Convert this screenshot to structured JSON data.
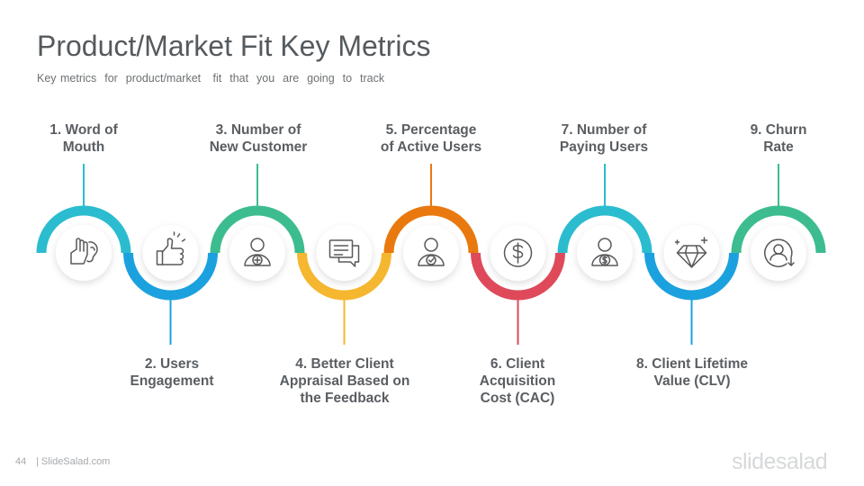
{
  "title": "Product/Market Fit Key Metrics",
  "subtitle": "Key metrics  for  product/market   fit  that  you  are  going  to  track",
  "steps": [
    {
      "label": "1. Word of\nMouth",
      "icon": "hand-ear-icon",
      "color": "#2bbccf"
    },
    {
      "label": "2. Users\nEngagement",
      "icon": "thumbs-up-icon",
      "color": "#1ca1df"
    },
    {
      "label": "3. Number of\nNew Customer",
      "icon": "user-add-icon",
      "color": "#3dbd8f"
    },
    {
      "label": "4. Better Client\nAppraisal Based on\nthe Feedback",
      "icon": "feedback-chat-icon",
      "color": "#f5b730"
    },
    {
      "label": "5. Percentage\nof Active Users",
      "icon": "user-check-icon",
      "color": "#e9790e"
    },
    {
      "label": "6. Client\nAcquisition\nCost (CAC)",
      "icon": "dollar-circle-icon",
      "color": "#de4a5a"
    },
    {
      "label": "7. Number of\nPaying Users",
      "icon": "user-dollar-icon",
      "color": "#2bbccf"
    },
    {
      "label": "8. Client Lifetime\nValue (CLV)",
      "icon": "diamond-icon",
      "color": "#1ca1df"
    },
    {
      "label": "9. Churn\nRate",
      "icon": "user-churn-icon",
      "color": "#3dbd8f"
    }
  ],
  "footer": {
    "page": "44",
    "source": "| SlideSalad.com",
    "brand": "slidesalad"
  }
}
